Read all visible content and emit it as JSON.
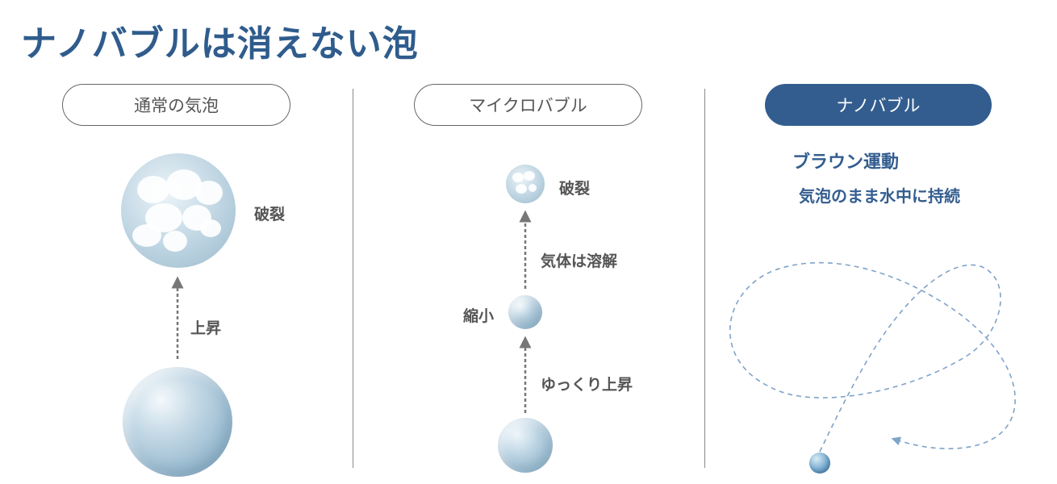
{
  "title": "ナノバブルは消えない泡",
  "columns": [
    {
      "header": "通常の気泡",
      "labels": {
        "burst": "破裂",
        "rise": "上昇"
      }
    },
    {
      "header": "マイクロバブル",
      "labels": {
        "burst": "破裂",
        "dissolve": "気体は溶解",
        "shrink": "縮小",
        "slow_rise": "ゆっくり上昇"
      }
    },
    {
      "header": "ナノバブル",
      "labels": {
        "motion_title": "ブラウン運動",
        "motion_sub": "気泡のまま水中に持続"
      }
    }
  ],
  "colors": {
    "accent": "#335d8f",
    "title": "#2f5c8c",
    "bubble": "#9fbfd3",
    "arrow": "#777777",
    "path": "#7fa3c9"
  }
}
